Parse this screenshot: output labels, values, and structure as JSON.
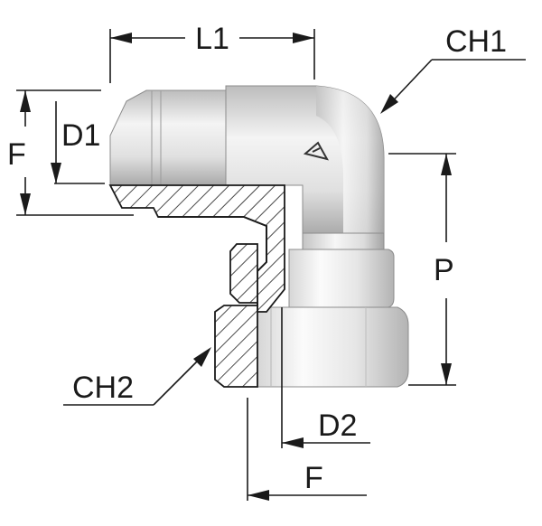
{
  "labels": {
    "L1": "L1",
    "CH1": "CH1",
    "D1": "D1",
    "F_top": "F",
    "P": "P",
    "CH2": "CH2",
    "D2": "D2",
    "F_bottom": "F"
  },
  "colors": {
    "metal_light": "#f2f2f2",
    "metal_mid": "#d4d4d4",
    "metal_dark": "#a8a8a8",
    "line": "#1a1a1a"
  }
}
